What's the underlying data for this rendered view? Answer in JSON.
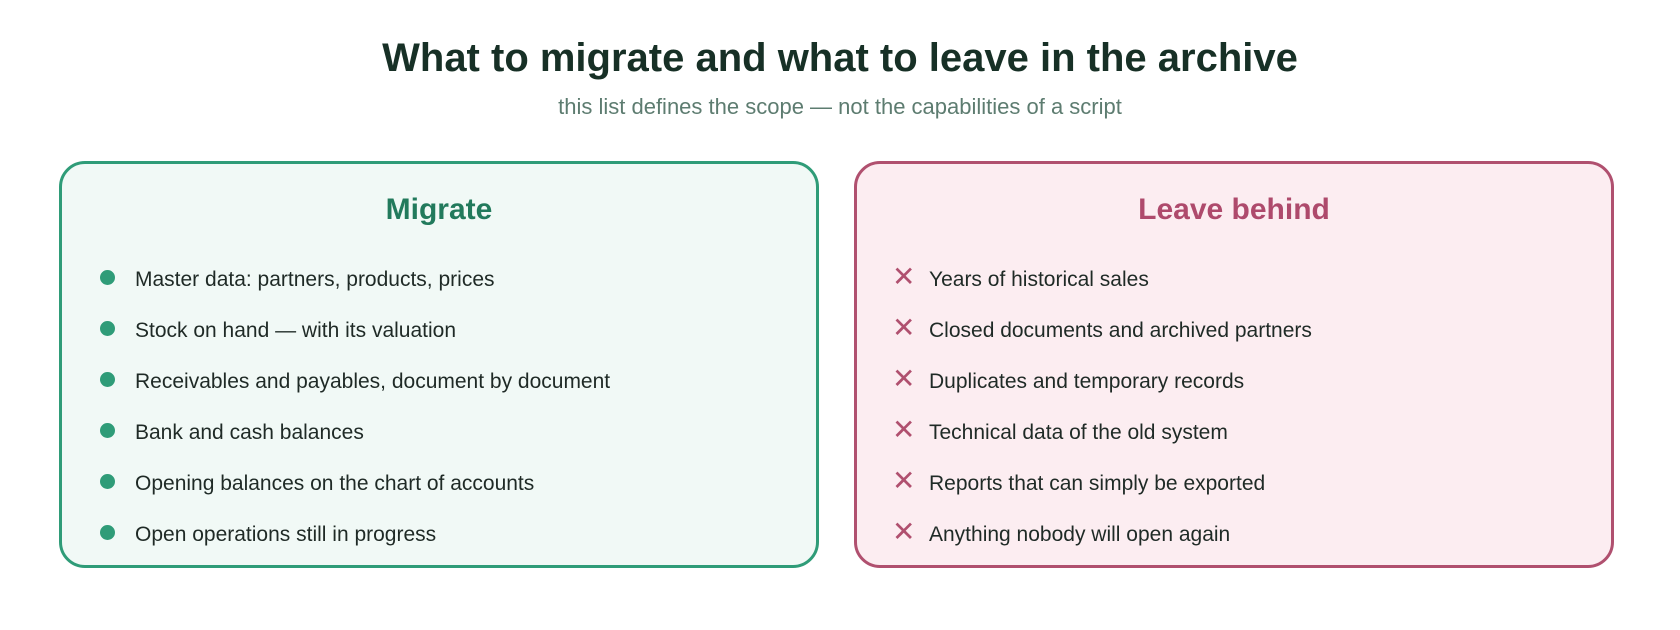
{
  "header": {
    "title": "What to migrate and what to leave in the archive",
    "subtitle": "this list defines the scope — not the capabilities of a script"
  },
  "colors": {
    "migrate_accent": "#2f9c78",
    "migrate_background": "#f1f9f6",
    "leave_accent": "#b0506f",
    "leave_background": "#fcedf1"
  },
  "migrate": {
    "heading": "Migrate",
    "icon": "dot-icon",
    "items": [
      "Master data: partners, products, prices",
      "Stock on hand — with its valuation",
      "Receivables and payables, document by document",
      "Bank and cash balances",
      "Opening balances on the chart of accounts",
      "Open operations still in progress"
    ]
  },
  "leave_behind": {
    "heading": "Leave behind",
    "icon": "cross-icon",
    "items": [
      "Years of historical sales",
      "Closed documents and archived partners",
      "Duplicates and temporary records",
      "Technical data of the old system",
      "Reports that can simply be exported",
      "Anything nobody will open again"
    ]
  }
}
